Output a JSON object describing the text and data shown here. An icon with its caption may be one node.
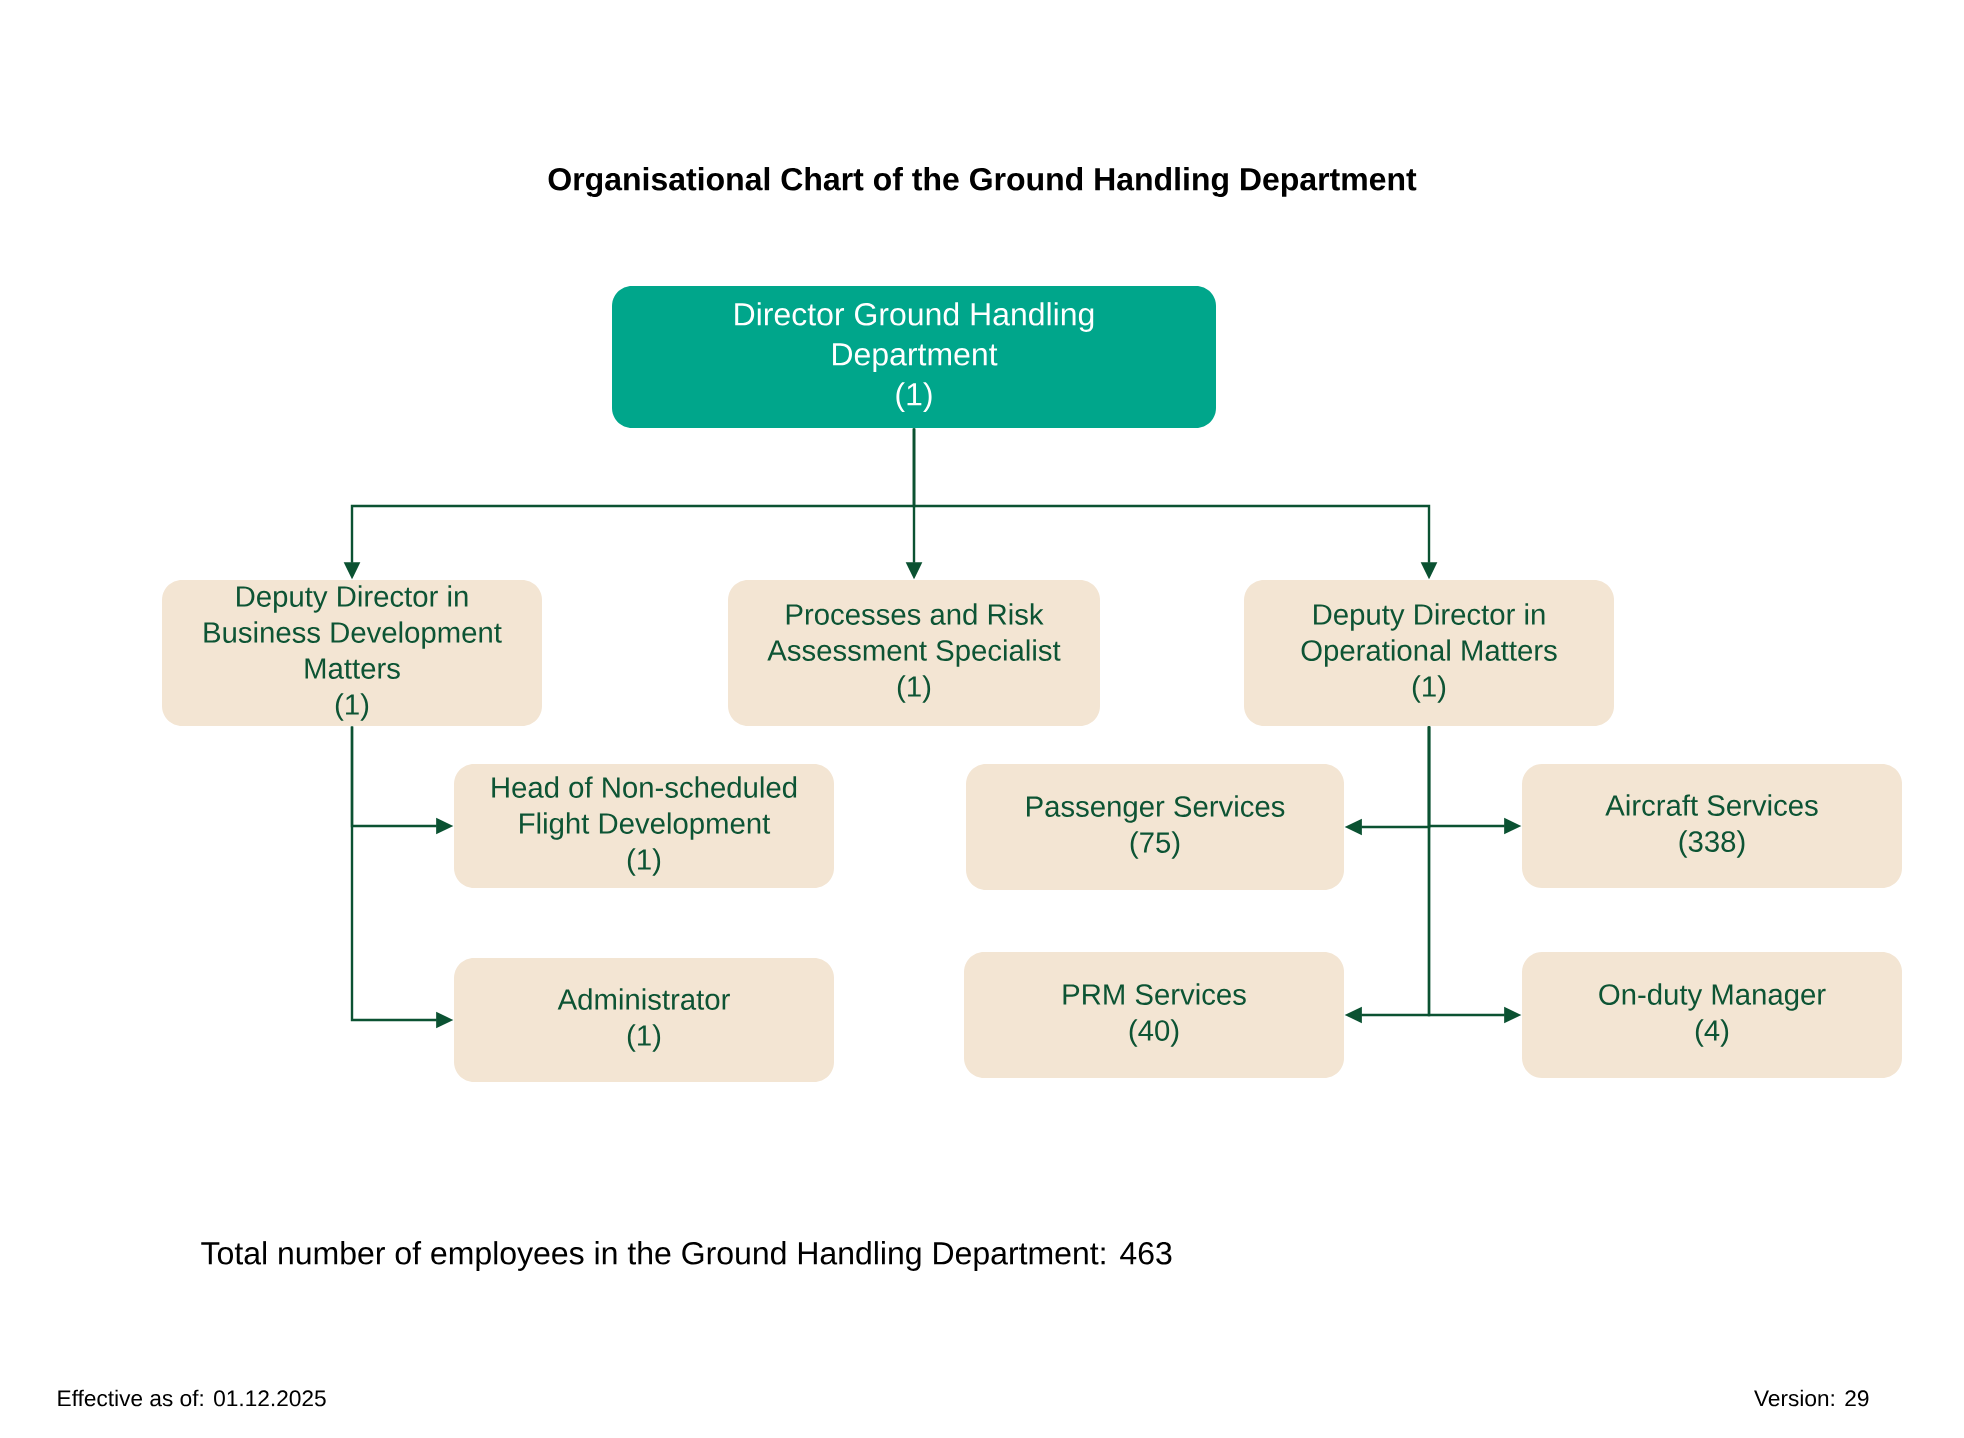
{
  "diagram": {
    "title": "Organisational Chart of the Ground Handling Department",
    "nodes": [
      {
        "text": [
          "Director Ground Handling Department",
          "(1)"
        ]
      },
      {
        "text": [
          "Deputy Director in Business Development Matters",
          "(1)"
        ]
      },
      {
        "text": [
          "Processes and Risk Assessment Specialist",
          "(1)"
        ]
      },
      {
        "text": [
          "Deputy Director in Operational Matters",
          "(1)"
        ]
      },
      {
        "text": [
          "Head of Non-scheduled Flight Development",
          "(1)"
        ]
      },
      {
        "text": [
          "Passenger Services",
          "(75)"
        ]
      },
      {
        "text": [
          "Aircraft Services",
          "(338)"
        ]
      },
      {
        "text": [
          "Administrator",
          "(1)"
        ]
      },
      {
        "text": [
          "PRM Services",
          "(40)"
        ]
      },
      {
        "text": [
          "On-duty Manager",
          "(4)"
        ]
      }
    ],
    "edges": [
      {
        "from": 0,
        "to": 1,
        "arrow": "to"
      },
      {
        "from": 0,
        "to": 2,
        "arrow": "to"
      },
      {
        "from": 0,
        "to": 3,
        "arrow": "to"
      },
      {
        "from": 1,
        "to": 4,
        "arrow": "to"
      },
      {
        "from": 1,
        "to": 7,
        "arrow": "to"
      },
      {
        "from": 3,
        "to": 5,
        "arrow": "to"
      },
      {
        "from": 3,
        "to": 6,
        "arrow": "to"
      },
      {
        "from": 3,
        "to": 8,
        "arrow": "to"
      },
      {
        "from": 3,
        "to": 9,
        "arrow": "to"
      }
    ],
    "labels": [
      "Total number of employees in the Ground Handling Department: 463",
      "Effective as of: 01.12.2025",
      "Version: 29"
    ]
  }
}
